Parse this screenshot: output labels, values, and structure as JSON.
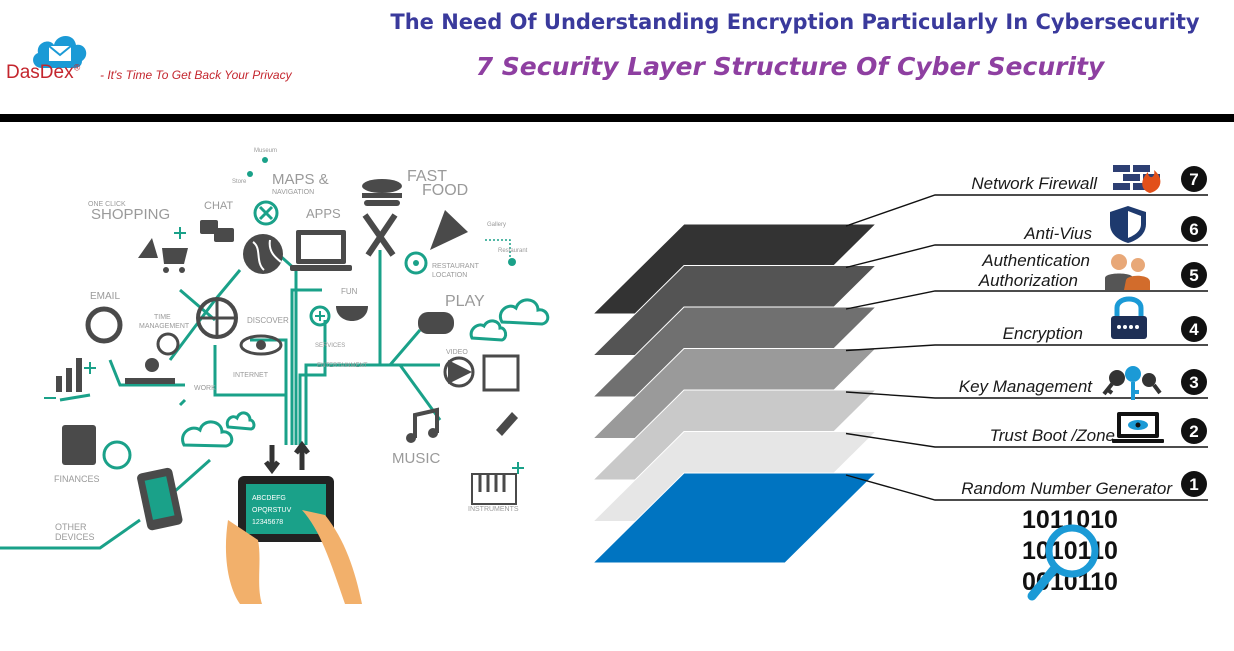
{
  "logo": {
    "brand": "DasDex",
    "registered": "®",
    "tagline": "- It's Time To Get Back Your Privacy"
  },
  "header": {
    "title": "The Need Of Understanding Encryption Particularly In Cybersecurity",
    "subtitle": "7 Security Layer Structure Of Cyber Security"
  },
  "illustration": {
    "labels": {
      "museum": "Museum",
      "maps1": "MAPS &",
      "maps2": "NAVIGATION",
      "store": "Store",
      "fast1": "FAST",
      "fast2": "FOOD",
      "oneclick": "ONE CLICK",
      "shopping": "SHOPPING",
      "chat": "CHAT",
      "apps": "APPS",
      "gallery": "Gallery",
      "restaurant": "Restaurant",
      "restloc1": "RESTAURANT",
      "restloc2": "LOCATION",
      "email": "EMAIL",
      "fun": "FUN",
      "play": "PLAY",
      "time1": "TIME",
      "time2": "MANAGEMENT",
      "discover": "DISCOVER",
      "services": "SERVICES",
      "video": "VIDEO",
      "internet": "INTERNET",
      "entertainment": "ENTERTAINMENT",
      "work": "WORK",
      "music": "MUSIC",
      "finances": "FINANCES",
      "instruments": "INSTRUMENTS",
      "other1": "OTHER",
      "other2": "DEVICES",
      "screen1": "ABCDEFG",
      "screen2": "OPQRSTUV",
      "screen3": "12345678"
    }
  },
  "layers": [
    {
      "number": "1",
      "label": "Random Number Generator",
      "icon": "binary-magnifier-icon",
      "color": "#0074c1"
    },
    {
      "number": "2",
      "label": "Trust Boot /Zone",
      "icon": "laptop-eye-icon",
      "color": "#e6e6e6"
    },
    {
      "number": "3",
      "label": "Key Management",
      "icon": "keys-icon",
      "color": "#c9c9c9"
    },
    {
      "number": "4",
      "label": "Encryption",
      "icon": "padlock-icon",
      "color": "#9a9a9a"
    },
    {
      "number": "5",
      "label": "Authentication",
      "label2": "Authorization",
      "icon": "users-icon",
      "color": "#707070"
    },
    {
      "number": "6",
      "label": "Anti-Vius",
      "icon": "shield-icon",
      "color": "#545454"
    },
    {
      "number": "7",
      "label": "Network Firewall",
      "icon": "firewall-icon",
      "color": "#333333"
    }
  ],
  "binary": {
    "line1": "1011010",
    "line2": "1010110",
    "line3": "0010110"
  },
  "colors": {
    "teal": "#1aa189",
    "title_blue": "#3a3a9c",
    "title_purple": "#8e3fa1",
    "logo_red": "#c4262e",
    "logo_blue": "#1b9ad6"
  }
}
